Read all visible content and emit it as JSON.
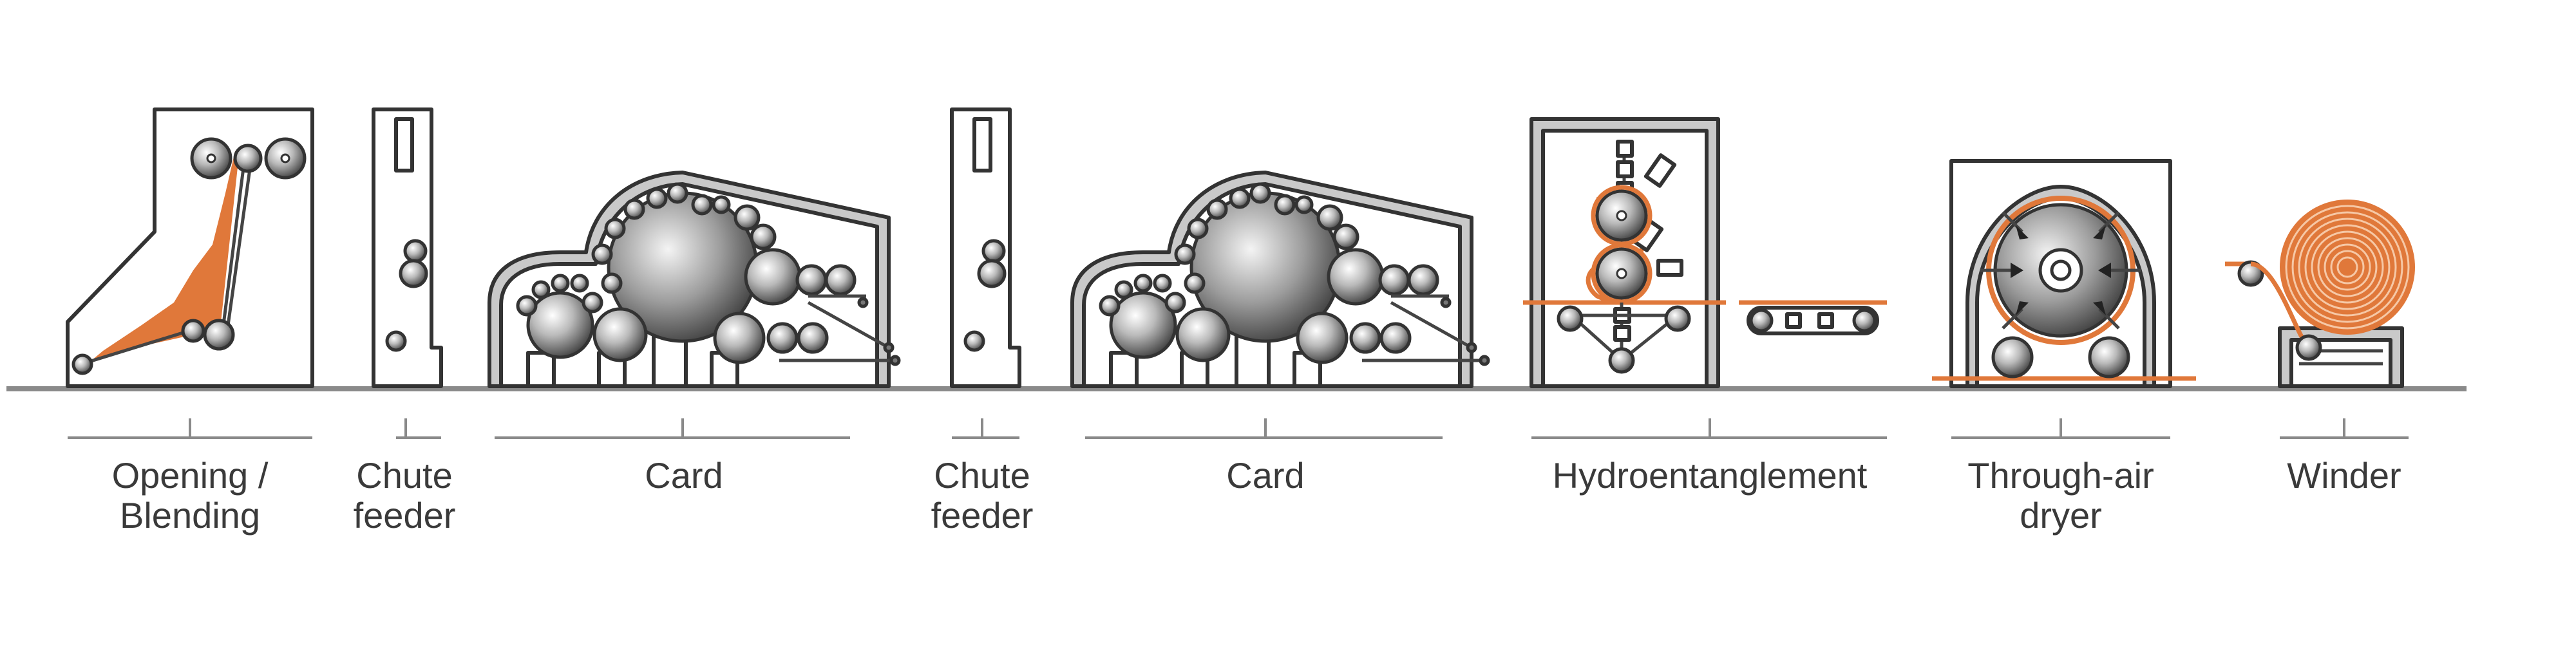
{
  "labels": {
    "opening_line1": "Opening /",
    "opening_line2": "Blending",
    "chute1_line1": "Chute",
    "chute1_line2": "feeder",
    "card1": "Card",
    "chute2_line1": "Chute",
    "chute2_line2": "feeder",
    "card2": "Card",
    "hydroentanglement": "Hydroentanglement",
    "dryer_line1": "Through-air",
    "dryer_line2": "dryer",
    "winder": "Winder"
  },
  "colors": {
    "fiber": "#e0783a",
    "outline": "#333333",
    "floor": "#8a8a8a",
    "label": "#3a3a3a"
  }
}
